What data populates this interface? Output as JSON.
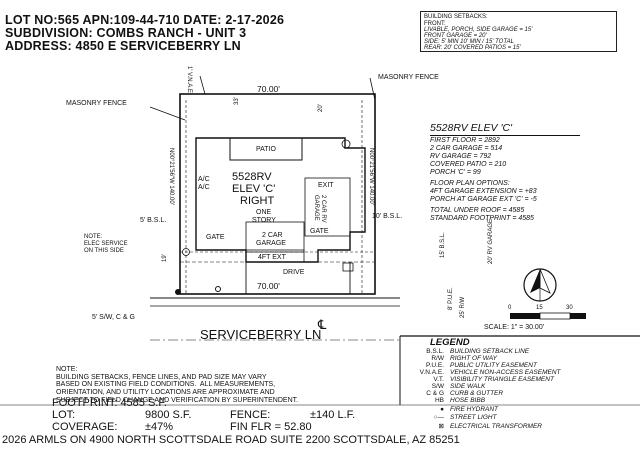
{
  "header": {
    "lot_line": "LOT NO:565  APN:109-44-710  DATE: 2-17-2026",
    "subdivision_line": "SUBDIVISION: COMBS RANCH - UNIT 3",
    "address_line": "ADDRESS: 4850 E SERVICEBERRY LN"
  },
  "setbacks": {
    "title": "BUILDING SETBACKS:",
    "lines": [
      "FRONT:",
      "LIVABLE, PORCH, SIDE GARAGE = 15'",
      "FRONT GARAGE = 20'",
      "SIDE: 5' MIN 10' MIN / 15' TOTAL",
      "REAR: 20' COVERED PATIOS = 15'"
    ]
  },
  "plan": {
    "masonry_fence_left": "MASONRY FENCE",
    "masonry_fence_right": "MASONRY FENCE",
    "vnae": "1' V.N.A.E.",
    "top_dim": "70.00'",
    "bottom_dim": "70.00'",
    "left_bearing": "N00°21'56\"W 140.00'",
    "right_bearing": "N00°21'56\"W 140.00'",
    "dim_3305": "33'",
    "dim_20_top": "20'",
    "patio": "PATIO",
    "house_label_1": "5528RV",
    "house_label_2": "ELEV 'C'",
    "house_label_3": "RIGHT",
    "house_label_4": "ONE",
    "house_label_5": "STORY",
    "ac": "A/C",
    "exit": "EXIT",
    "rv_garage": "2 CAR RV GARAGE",
    "garage_2car_1": "2 CAR",
    "garage_2car_2": "GARAGE",
    "gate_left": "GATE",
    "gate_right": "GATE",
    "ext_4ft": "4FT EXT",
    "drive": "DRIVE",
    "bsl_left": "5' B.S.L.",
    "bsl_right": "10' B.S.L.",
    "note_elec": "NOTE:\nELEC SERVICE\nON THIS SIDE",
    "dim_19": "19'",
    "dim_15_bsl": "15' B.S.L.",
    "dim_20_rv": "20' RV GARAGE",
    "pue": "8' P.U.E.",
    "row": "25' R/W",
    "sidewalk": "5' S/W, C & G",
    "street": "SERVICEBERRY  LN",
    "centerline": "℄"
  },
  "elev": {
    "title": "5528RV ELEV 'C'",
    "lines": [
      "FIRST FLOOR = 2892",
      "2 CAR GARAGE = 514",
      "RV GARAGE = 792",
      "COVERED PATIO = 210",
      "PORCH 'C' = 99",
      "FLOOR PLAN OPTIONS:",
      "4FT GARAGE EXTENSION = +83",
      "PORCH AT GARAGE EXT 'C' = -5",
      "TOTAL UNDER ROOF = 4585",
      "STANDARD FOOTPRINT = 4585"
    ]
  },
  "scale": {
    "ticks": [
      "0",
      "15",
      "30"
    ],
    "label": "SCALE: 1\" = 30.00'"
  },
  "legend": {
    "title": "LEGEND",
    "items": [
      {
        "k": "B.S.L.",
        "v": "BUILDING SETBACK LINE"
      },
      {
        "k": "R/W",
        "v": "RIGHT OF WAY"
      },
      {
        "k": "P.U.E.",
        "v": "PUBLIC UTILITY EASEMENT"
      },
      {
        "k": "V.N.A.E.",
        "v": "VEHICLE NON-ACCESS EASEMENT"
      },
      {
        "k": "V.T.",
        "v": "VISIBILITY TRIANGLE EASEMENT"
      },
      {
        "k": "S/W",
        "v": "SIDE WALK"
      },
      {
        "k": "C & G",
        "v": "CURB & GUTTER"
      },
      {
        "k": "HB",
        "v": "HOSE BIBB"
      },
      {
        "k": "",
        "v": "FIRE HYDRANT"
      },
      {
        "k": "",
        "v": "STREET LIGHT"
      },
      {
        "k": "",
        "v": "ELECTRICAL TRANSFORMER"
      }
    ]
  },
  "footer": {
    "note": "NOTE:\nBUILDING SETBACKS, FENCE LINES, AND PAD SIZE MAY VARY\nBASED ON EXISTING FIELD CONDITIONS.  ALL MEASUREMENTS,\nORIENTATION, AND UTILITY LOCATIONS ARE APPROXIMATE AND\nSUBJECT TO FIELD CHANGE AND VERIFICATION BY SUPERINTENDENT.",
    "footprint": "FOOTPRINT: 4585 S.F.",
    "lot_label": "LOT:",
    "lot_value": "9800 S.F.",
    "fence_label": "FENCE:",
    "fence_value": "±140 L.F.",
    "coverage_label": "COVERAGE:",
    "coverage_value": "±47%",
    "fin_flr": "FIN FLR = 52.80",
    "bottom_line": "2026 ARMLS   ON 4900 NORTH SCOTTSDALE ROAD SUITE 2200  SCOTTSDALE, AZ  85251"
  }
}
